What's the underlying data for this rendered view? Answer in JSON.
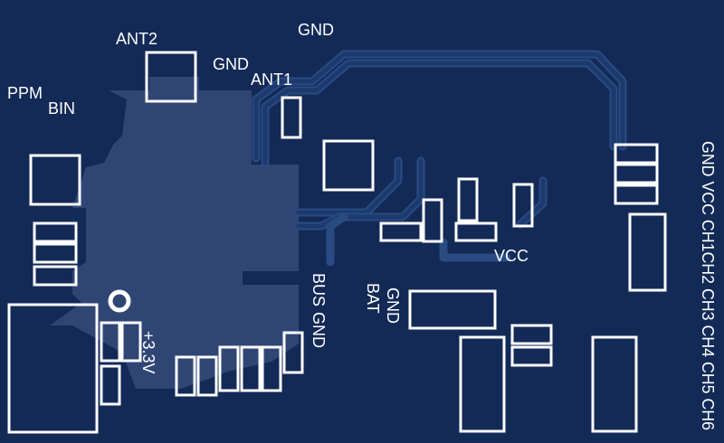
{
  "labels": {
    "ant2": "ANT2",
    "gnd_top": "GND",
    "gnd_mid": "GND",
    "ant1": "ANT1",
    "ppm": "PPM",
    "bin": "BIN",
    "vcc": "VCC",
    "bus": "BUS",
    "bus_gnd": "GND",
    "gnd_bat": "GND",
    "bat": "BAT",
    "v33": "+3.3V",
    "right_header": "GND VCC CH1CH2 CH3 CH4 CH5 CH6"
  },
  "colors": {
    "board": "#132a57",
    "pour": "#2f4675",
    "silkscreen": "#ffffff"
  }
}
